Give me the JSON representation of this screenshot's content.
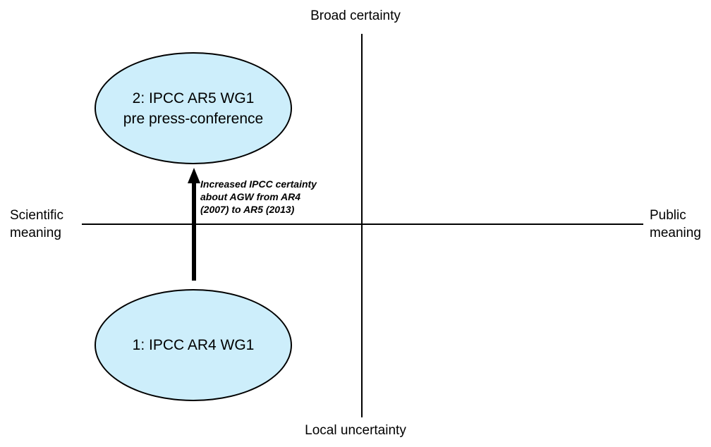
{
  "diagram": {
    "title_axes": {
      "top": "Broad certainty",
      "bottom": "Local uncertainty",
      "left": "Scientific\nmeaning",
      "right": "Public\nmeaning"
    },
    "nodes": [
      {
        "id": "ar5",
        "label": "2: IPCC AR5 WG1\npre press-conference",
        "fill": "#cdeefb",
        "stroke": "#000000"
      },
      {
        "id": "ar4",
        "label": "1: IPCC AR4 WG1",
        "fill": "#cdeefb",
        "stroke": "#000000"
      }
    ],
    "arrow": {
      "annotation": "Increased IPCC certainty\nabout AGW from AR4\n(2007) to AR5 (2013)",
      "color": "#000000",
      "direction": "up"
    },
    "axis_color": "#000000",
    "background": "#ffffff"
  }
}
